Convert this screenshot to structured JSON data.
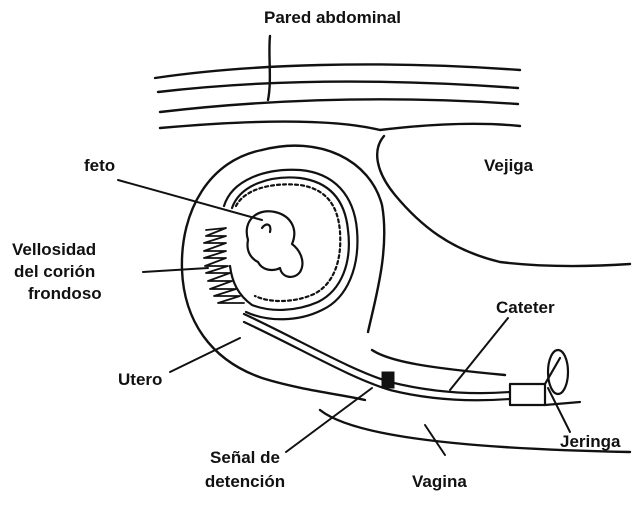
{
  "labels": {
    "pared_abdominal": "Pared abdominal",
    "feto": "feto",
    "vejiga": "Vejiga",
    "vellosidad_1": "Vellosidad",
    "vellosidad_2": "del corión",
    "vellosidad_3": "frondoso",
    "cateter": "Cateter",
    "utero": "Utero",
    "senal_1": "Señal de",
    "senal_2": "detención",
    "vagina": "Vagina",
    "jeringa": "Jeringa"
  }
}
